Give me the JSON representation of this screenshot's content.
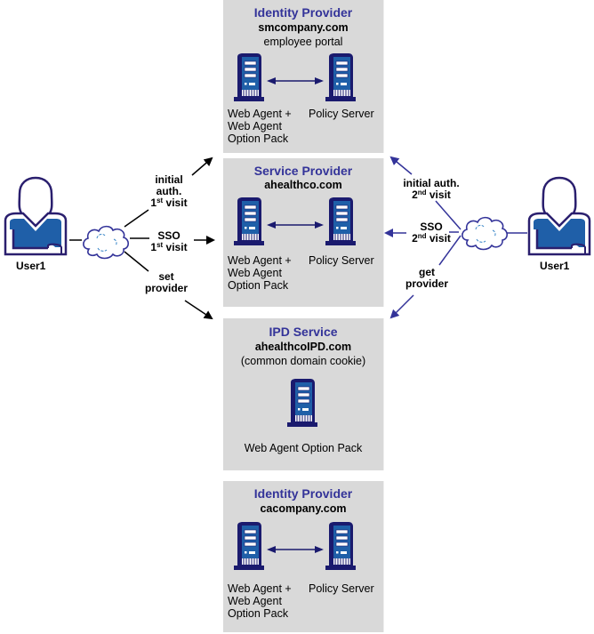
{
  "colors": {
    "box_bg": "#d9d9d9",
    "title": "#333399",
    "server_dark": "#1a1a6e",
    "server_blue": "#1f5fa8",
    "user_blue": "#1f5fa8",
    "left_arrows": "#000000",
    "right_arrows": "#333399"
  },
  "boxes": [
    {
      "title": "Identity Provider",
      "domain": "smcompany.com",
      "subtitle": "employee portal",
      "left_server_label": "Web Agent +\nWeb Agent\nOption Pack",
      "right_server_label": "Policy Server"
    },
    {
      "title": "Service Provider",
      "domain": "ahealthco.com",
      "left_server_label": "Web Agent +\nWeb Agent\nOption Pack",
      "right_server_label": "Policy Server"
    },
    {
      "title": "IPD Service",
      "domain": "ahealthcoIPD.com",
      "subtitle": "(common domain cookie)",
      "server_label": "Web Agent Option Pack"
    },
    {
      "title": "Identity Provider",
      "domain": "cacompany.com",
      "left_server_label": "Web Agent +\nWeb Agent\nOption Pack",
      "right_server_label": "Policy Server"
    }
  ],
  "left_user": {
    "label": "User1",
    "flows": [
      {
        "line1": "initial",
        "line2": "auth.",
        "ordinal": "1",
        "suffix": "st",
        "rest": " visit"
      },
      {
        "line1": "SSO",
        "ordinal": "1",
        "suffix": "st",
        "rest": " visit"
      },
      {
        "line1": "set",
        "line2": "provider"
      }
    ]
  },
  "right_user": {
    "label": "User1",
    "flows": [
      {
        "line1": "initial auth.",
        "ordinal": "2",
        "suffix": "nd",
        "rest": " visit"
      },
      {
        "line1": "SSO",
        "ordinal": "2",
        "suffix": "nd",
        "rest": " visit"
      },
      {
        "line1": "get",
        "line2": "provider"
      }
    ]
  }
}
